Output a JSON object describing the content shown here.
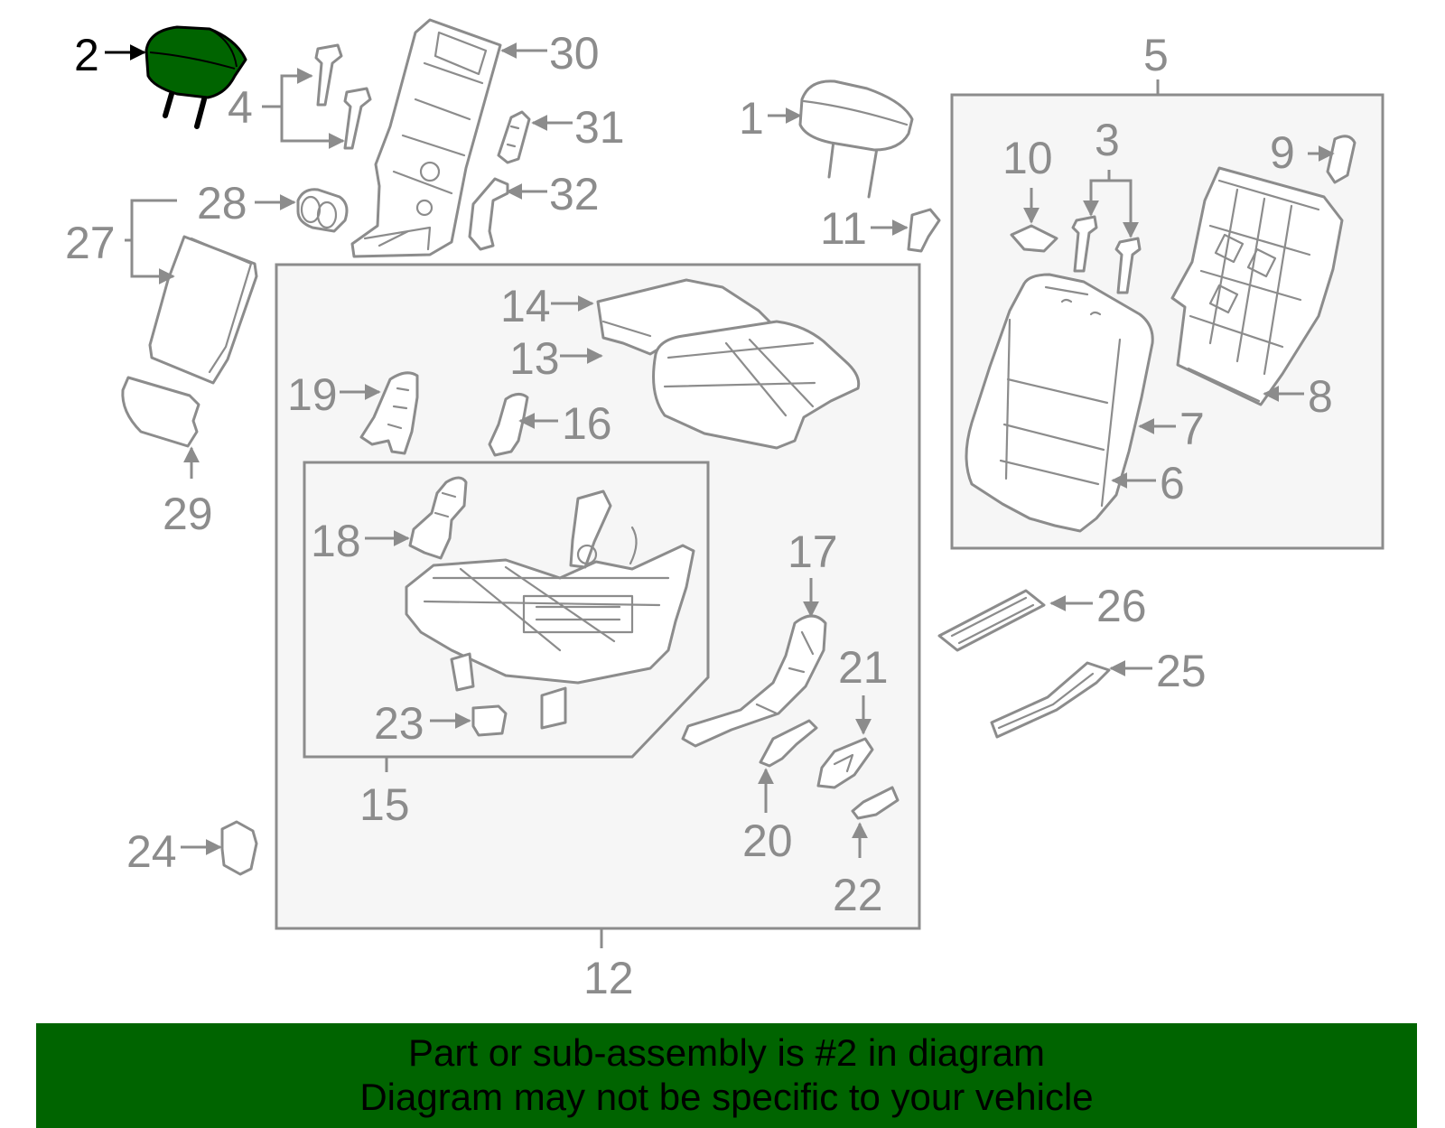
{
  "diagram": {
    "highlighted_part": "2",
    "colors": {
      "highlight_fill": "#006400",
      "line": "#8c8c8c",
      "banner_bg": "#006400",
      "highlight_text": "#000000"
    },
    "callouts": {
      "c1": "1",
      "c2": "2",
      "c3": "3",
      "c4": "4",
      "c5": "5",
      "c6": "6",
      "c7": "7",
      "c8": "8",
      "c9": "9",
      "c10": "10",
      "c11": "11",
      "c12": "12",
      "c13": "13",
      "c14": "14",
      "c15": "15",
      "c16": "16",
      "c17": "17",
      "c18": "18",
      "c19": "19",
      "c20": "20",
      "c21": "21",
      "c22": "22",
      "c23": "23",
      "c24": "24",
      "c25": "25",
      "c26": "26",
      "c27": "27",
      "c28": "28",
      "c29": "29",
      "c30": "30",
      "c31": "31",
      "c32": "32"
    }
  },
  "banner": {
    "line1": "Part or sub-assembly is #2 in diagram",
    "line2": "Diagram may not be specific to your vehicle"
  }
}
